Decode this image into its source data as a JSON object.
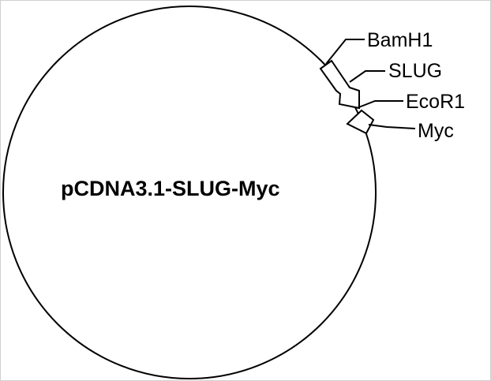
{
  "plasmid": {
    "name": "pCDNA3.1-SLUG-Myc"
  },
  "features": [
    {
      "id": "bamh1",
      "label": "BamH1",
      "type": "restriction-site"
    },
    {
      "id": "slug",
      "label": "SLUG",
      "type": "gene-insert"
    },
    {
      "id": "ecor1",
      "label": "EcoR1",
      "type": "restriction-site"
    },
    {
      "id": "myc",
      "label": "Myc",
      "type": "tag"
    }
  ],
  "colors": {
    "line": "#000000",
    "feature_fill": "#ffffff",
    "background": "#ffffff"
  }
}
